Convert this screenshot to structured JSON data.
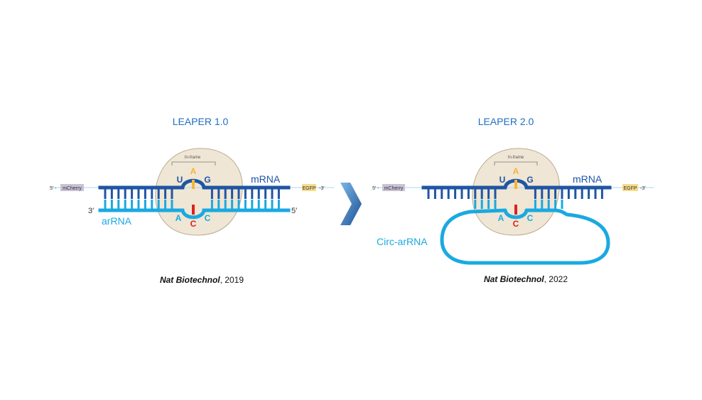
{
  "colors": {
    "dark_blue": "#1f55a3",
    "light_blue": "#1aa9e1",
    "title_blue": "#1f6fc2",
    "nucleotide_a": "#f5b637",
    "nucleotide_c": "#e0201b",
    "ribosome": "#efe6d5",
    "mcherry_box": "#c8c2d6",
    "egfp_box": "#f7dc8a",
    "arrow_light": "#5aa6dc",
    "arrow_dark": "#1c4f96"
  },
  "left": {
    "title": "LEAPER 1.0",
    "in_frame": "In-frame",
    "five_prime_mcherry": "5' -",
    "mcherry": "mCherry",
    "egfp": "EGFP",
    "three_prime_egfp": "-3'",
    "mrna": "mRNA",
    "arrna": "arRNA",
    "three_prime": "3′",
    "five_prime": "5′",
    "nt_u": "U",
    "nt_a": "A",
    "nt_g": "G",
    "nt_a2": "A",
    "nt_c_red": "C",
    "nt_c": "C",
    "citation_journal": "Nat Biotechnol",
    "citation_year": ", 2019"
  },
  "right": {
    "title": "LEAPER 2.0",
    "in_frame": "In-frame",
    "five_prime_mcherry": "5' -",
    "mcherry": "mCherry",
    "egfp": "EGFP",
    "three_prime_egfp": "-3'",
    "mrna": "mRNA",
    "circ_arrna": "Circ-arRNA",
    "nt_u": "U",
    "nt_a": "A",
    "nt_g": "G",
    "nt_a2": "A",
    "nt_c_red": "C",
    "nt_c": "C",
    "citation_journal": "Nat Biotechnol",
    "citation_year": ", 2022"
  },
  "arrow_icon": "chevron-right-icon"
}
